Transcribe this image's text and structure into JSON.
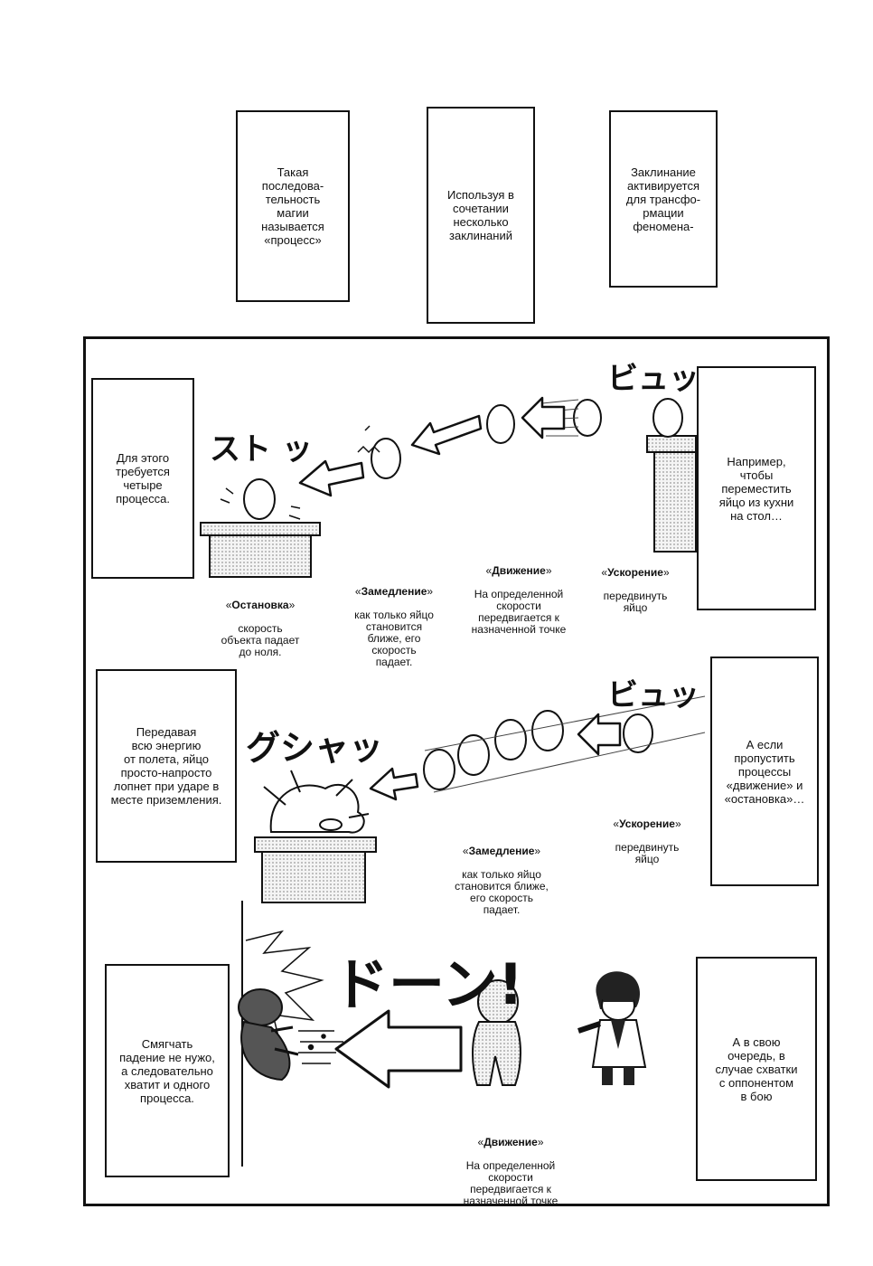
{
  "top_boxes": [
    {
      "text": "Такая\nпоследова-\nтельность\nмагии\nназывается\n«процесс»"
    },
    {
      "text": "Используя в\nсочетании\nнесколько\nзаклинаний"
    },
    {
      "text": "Заклинание\nактивируется\nдля трансфо-\nрмации\nфеномена-"
    }
  ],
  "row1": {
    "left_box": "Для этого\nтребуется\nчетыре\nпроцесса.",
    "right_box": "Например,\nчтобы\nпереместить\nяйцо из кухни\nна стол…",
    "sfx_left": "スト ッ",
    "sfx_right": "ビュッ",
    "captions": {
      "stop_label": "Остановка",
      "stop_desc": "скорость\nобъекта падает\nдо ноля.",
      "slow_label": "Замедление",
      "slow_desc": "как только яйцо\nстановится\nближе, его\nскорость\nпадает.",
      "move_label": "Движение",
      "move_desc": "На определенной\nскорости\nпередвигается к\nназначенной точке",
      "accel_label": "Ускорение",
      "accel_desc": "передвинуть\nяйцо"
    }
  },
  "row2": {
    "left_box": "Передавая\nвсю энергию\nот полета, яйцо\nпросто-напросто\nлопнет при ударе в\nместе приземления.",
    "right_box": "А если\nпропустить\nпроцессы\n«движение» и\n«остановка»…",
    "sfx_left": "グシャッ",
    "sfx_right": "ビュッ",
    "captions": {
      "accel_label": "Ускорение",
      "accel_desc": "передвинуть\nяйцо",
      "slow_label": "Замедление",
      "slow_desc": "как только яйцо\nстановится ближе,\nего скорость\nпадает."
    }
  },
  "row3": {
    "left_box": "Смягчать\nпадение не нужо,\nа следовательно\nхватит и одного\nпроцесса.",
    "right_box": "А в свою\nочередь, в\nслучае схватки\nс оппонентом\nв бою",
    "sfx": "ドーン!",
    "captions": {
      "move_label": "Движение",
      "move_desc": "На определенной\nскорости\nпередвигается к\nназначенной точке"
    }
  }
}
